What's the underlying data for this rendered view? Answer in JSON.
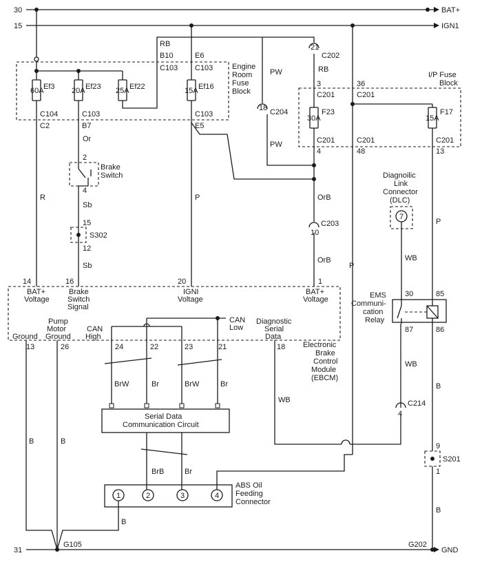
{
  "rails": {
    "bat_left": "30",
    "bat_right": "BAT+",
    "ign_left": "15",
    "ign_right": "IGN1",
    "gnd_left": "31",
    "gnd_right": "GND"
  },
  "engine_fuse_block": {
    "title": [
      "Engine",
      "Room",
      "Fuse",
      "Block"
    ],
    "fuses": [
      {
        "name": "Ef3",
        "rating": "60A"
      },
      {
        "name": "Ef23",
        "rating": "20A"
      },
      {
        "name": "Ef22",
        "rating": "25A"
      },
      {
        "name": "Ef16",
        "rating": "15A"
      }
    ],
    "top_connectors": {
      "b10": "B10",
      "c103_a": "C103",
      "e6": "E6",
      "c103_b": "C103"
    },
    "bottom_connectors": {
      "c104": "C104",
      "c2": "C2",
      "c103_c": "C103",
      "b7": "B7",
      "c103_d": "C103",
      "e5": "E5"
    }
  },
  "ip_fuse_block": {
    "title": [
      "I/P Fuse",
      "Block"
    ],
    "fuses": [
      {
        "name": "F23",
        "rating": "30A"
      },
      {
        "name": "F17",
        "rating": "15A"
      }
    ],
    "pins": {
      "p3": "3",
      "c201_a": "C201",
      "p36": "36",
      "c201_b": "C201",
      "c201_c": "C201",
      "p4": "4",
      "c201_d": "C201",
      "p48": "48",
      "c201_e": "C201",
      "p13": "13"
    }
  },
  "connectors": {
    "c202": {
      "pin": "21",
      "name": "C202"
    },
    "c204": {
      "pin": "18",
      "name": "C204"
    },
    "c203": {
      "pin": "10",
      "name": "C203"
    },
    "c214": {
      "pin": "4",
      "name": "C214"
    }
  },
  "wires": {
    "rb1": "RB",
    "rb2": "RB",
    "pw1": "PW",
    "pw2": "PW",
    "or": "Or",
    "sb1": "Sb",
    "sb2": "Sb",
    "r": "R",
    "p1": "P",
    "p2": "P",
    "p3": "P",
    "orb1": "OrB",
    "orb2": "OrB",
    "wb1": "WB",
    "wb2": "WB",
    "wb3": "WB",
    "brw1": "BrW",
    "br1": "Br",
    "brw2": "BrW",
    "br2": "Br",
    "brb": "BrB",
    "br3": "Br",
    "b1": "B",
    "b2": "B",
    "b3": "B",
    "b4": "B",
    "b5": "B"
  },
  "brake_switch": {
    "label": [
      "Brake",
      "Switch"
    ],
    "pin_top": "2",
    "pin_bottom": "4"
  },
  "splice_s302": {
    "name": "S302",
    "pin_top": "15",
    "pin_bottom": "12"
  },
  "splice_s201": {
    "name": "S201",
    "pin_top": "9",
    "pin_bottom": "1"
  },
  "dlc": {
    "label": [
      "Diagnoilic",
      "Link",
      "Connector",
      "(DLC)"
    ],
    "pin": "7"
  },
  "ems_relay": {
    "label": [
      "EMS",
      "Communi-",
      "cation",
      "Relay"
    ],
    "pins": {
      "p30": "30",
      "p85": "85",
      "p87": "87",
      "p86": "86"
    }
  },
  "ebcm": {
    "label": [
      "Electronic",
      "Brake",
      "Control",
      "Module",
      "(EBCM)"
    ],
    "pins": {
      "p14": "14",
      "p16": "16",
      "p20": "20",
      "p1": "1",
      "p13": "13",
      "p26": "26",
      "p24": "24",
      "p22": "22",
      "p23": "23",
      "p21": "21",
      "p18": "18"
    },
    "bat1": [
      "BAT+",
      "Voltage"
    ],
    "brake_sig": [
      "Brake",
      "Switch",
      "Signal"
    ],
    "igni": [
      "IGNI",
      "Voltage"
    ],
    "bat2": [
      "BAT+",
      "Voltage"
    ],
    "ground": "Ground",
    "pump": [
      "Pump",
      "Motor",
      "Ground"
    ],
    "can_high": [
      "CAN",
      "High"
    ],
    "can_low": [
      "CAN",
      "Low"
    ],
    "diag": [
      "Diagnostic",
      "Serial",
      "Data"
    ]
  },
  "serial_circuit": {
    "label": [
      "Serial Data",
      "Communication Circuit"
    ]
  },
  "abs_connector": {
    "label": [
      "ABS Oil",
      "Feeding",
      "Connector"
    ],
    "pins": [
      "1",
      "2",
      "3",
      "4"
    ]
  },
  "grounds": {
    "g105": "G105",
    "g202": "G202"
  }
}
